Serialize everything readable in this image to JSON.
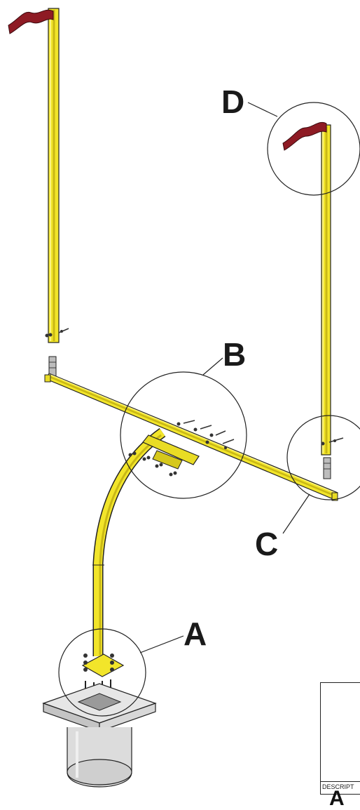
{
  "callouts": {
    "a": "A",
    "b": "B",
    "c": "C",
    "d": "D"
  },
  "title_block": {
    "description_label": "DESCRIPT",
    "letter": "A"
  },
  "colors": {
    "post_yellow": "#f2e52a",
    "post_shadow": "#c9b815",
    "flag_red": "#8e1b24",
    "line": "#222222",
    "base_gray": "#cfcfcf"
  }
}
